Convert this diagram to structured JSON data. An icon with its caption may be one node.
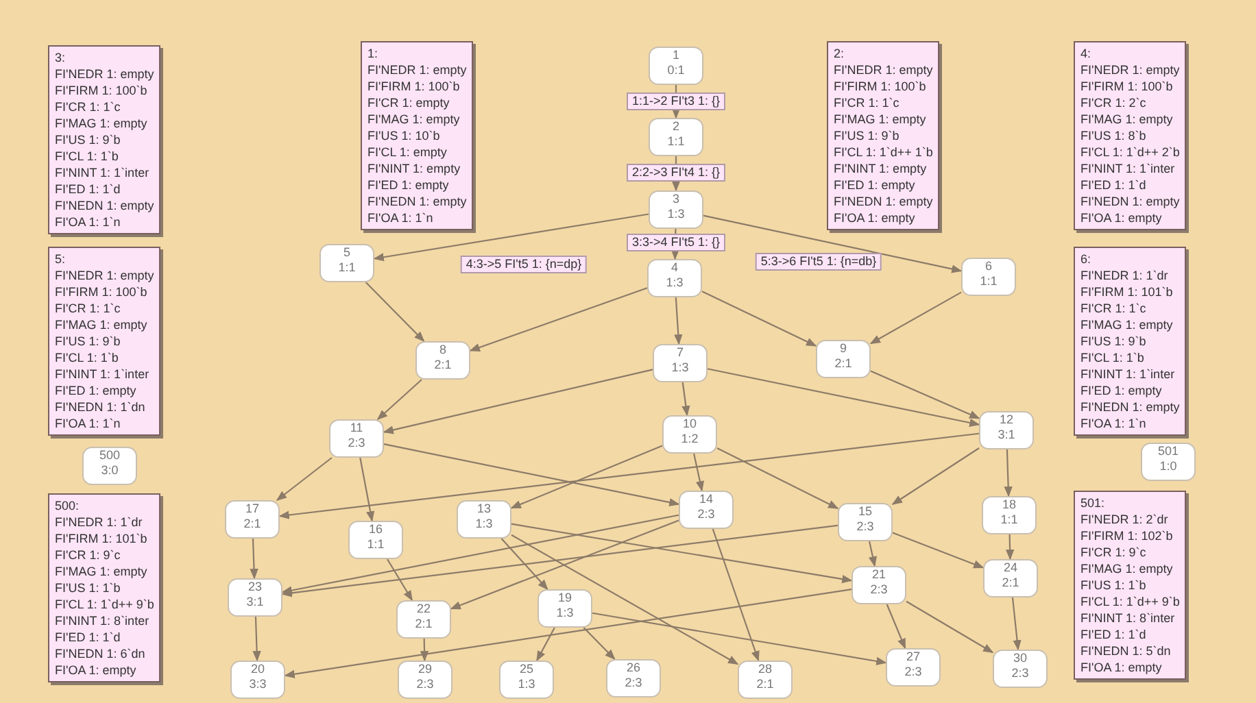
{
  "diagram": {
    "nodes": [
      {
        "text": [
          "1",
          "0:1"
        ]
      },
      {
        "text": [
          "2",
          "1:1"
        ]
      },
      {
        "text": [
          "3",
          "1:3"
        ]
      },
      {
        "text": [
          "4",
          "1:3"
        ]
      },
      {
        "text": [
          "5",
          "1:1"
        ]
      },
      {
        "text": [
          "6",
          "1:1"
        ]
      },
      {
        "text": [
          "7",
          "1:3"
        ]
      },
      {
        "text": [
          "8",
          "2:1"
        ]
      },
      {
        "text": [
          "9",
          "2:1"
        ]
      },
      {
        "text": [
          "10",
          "1:2"
        ]
      },
      {
        "text": [
          "11",
          "2:3"
        ]
      },
      {
        "text": [
          "12",
          "3:1"
        ]
      },
      {
        "text": [
          "13",
          "1:3"
        ]
      },
      {
        "text": [
          "14",
          "2:3"
        ]
      },
      {
        "text": [
          "15",
          "2:3"
        ]
      },
      {
        "text": [
          "16",
          "1:1"
        ]
      },
      {
        "text": [
          "17",
          "2:1"
        ]
      },
      {
        "text": [
          "18",
          "1:1"
        ]
      },
      {
        "text": [
          "19",
          "1:3"
        ]
      },
      {
        "text": [
          "20",
          "3:3"
        ]
      },
      {
        "text": [
          "21",
          "2:3"
        ]
      },
      {
        "text": [
          "22",
          "2:1"
        ]
      },
      {
        "text": [
          "23",
          "3:1"
        ]
      },
      {
        "text": [
          "24",
          "2:1"
        ]
      },
      {
        "text": [
          "25",
          "1:3"
        ]
      },
      {
        "text": [
          "26",
          "2:3"
        ]
      },
      {
        "text": [
          "27",
          "2:3"
        ]
      },
      {
        "text": [
          "28",
          "2:1"
        ]
      },
      {
        "text": [
          "29",
          "2:3"
        ]
      },
      {
        "text": [
          "30",
          "2:3"
        ]
      },
      {
        "text": [
          "500",
          "3:0"
        ]
      },
      {
        "text": [
          "501",
          "1:0"
        ]
      },
      {
        "text": [
          "3:",
          "FI'NEDR 1: empty",
          "FI'FIRM 1: 100`b",
          "FI'CR 1: 1`c",
          "FI'MAG 1: empty",
          "FI'US 1: 9`b",
          "FI'CL 1: 1`b",
          "FI'NINT 1: 1`inter",
          "FI'ED 1: 1`d",
          "FI'NEDN 1: empty",
          "FI'OA 1: 1`n"
        ]
      },
      {
        "text": [
          "1:",
          "FI'NEDR 1: empty",
          "FI'FIRM 1: 100`b",
          "FI'CR 1: empty",
          "FI'MAG 1: empty",
          "FI'US 1: 10`b",
          "FI'CL 1: empty",
          "FI'NINT 1: empty",
          "FI'ED 1: empty",
          "FI'NEDN 1: empty",
          "FI'OA 1: 1`n"
        ]
      },
      {
        "text": [
          "2:",
          "FI'NEDR 1: empty",
          "FI'FIRM 1: 100`b",
          "FI'CR 1: 1`c",
          "FI'MAG 1: empty",
          "FI'US 1: 9`b",
          "FI'CL 1: 1`d++ 1`b",
          "FI'NINT 1: empty",
          "FI'ED 1: empty",
          "FI'NEDN 1: empty",
          "FI'OA 1: empty"
        ]
      },
      {
        "text": [
          "4:",
          "FI'NEDR 1: empty",
          "FI'FIRM 1: 100`b",
          "FI'CR 1: 2`c",
          "FI'MAG 1: empty",
          "FI'US 1: 8`b",
          "FI'CL 1: 1`d++ 2`b",
          "FI'NINT 1: 1`inter",
          "FI'ED 1: 1`d",
          "FI'NEDN 1: empty",
          "FI'OA 1: empty"
        ]
      },
      {
        "text": [
          "5:",
          "FI'NEDR 1: empty",
          "FI'FIRM 1: 100`b",
          "FI'CR 1: 1`c",
          "FI'MAG 1: empty",
          "FI'US 1: 9`b",
          "FI'CL 1: 1`b",
          "FI'NINT 1: 1`inter",
          "FI'ED 1: empty",
          "FI'NEDN 1: 1`dn",
          "FI'OA 1: 1`n"
        ]
      },
      {
        "text": [
          "6:",
          "FI'NEDR 1: 1`dr",
          "FI'FIRM 1: 101`b",
          "FI'CR 1: 1`c",
          "FI'MAG 1: empty",
          "FI'US 1: 9`b",
          "FI'CL 1: 1`b",
          "FI'NINT 1: 1`inter",
          "FI'ED 1: empty",
          "FI'NEDN 1: empty",
          "FI'OA 1: 1`n"
        ]
      },
      {
        "text": [
          "500:",
          "FI'NEDR 1: 1`dr",
          "FI'FIRM 1: 101`b",
          "FI'CR 1: 9`c",
          "FI'MAG 1: empty",
          "FI'US 1: 1`b",
          "FI'CL 1: 1`d++ 9`b",
          "FI'NINT 1: 8`inter",
          "FI'ED 1: 1`d",
          "FI'NEDN 1: 6`dn",
          "FI'OA 1: empty"
        ]
      },
      {
        "text": [
          "501:",
          "FI'NEDR 1: 2`dr",
          "FI'FIRM 1: 102`b",
          "FI'CR 1: 9`c",
          "FI'MAG 1: empty",
          "FI'US 1: 1`b",
          "FI'CL 1: 1`d++ 9`b",
          "FI'NINT 1: 8`inter",
          "FI'ED 1: 1`d",
          "FI'NEDN 1: 5`dn",
          "FI'OA 1: empty"
        ]
      }
    ],
    "edges": [
      {
        "from": 0,
        "to": 1,
        "arrow": "to",
        "label": "1:1->2 FI't3 1: {}"
      },
      {
        "from": 1,
        "to": 2,
        "arrow": "to",
        "label": "2:2->3 FI't4 1: {}"
      },
      {
        "from": 2,
        "to": 3,
        "arrow": "to",
        "label": "3:3->4 FI't5 1: {}"
      },
      {
        "from": 2,
        "to": 4,
        "arrow": "to",
        "label": "4:3->5 FI't5 1: {n=dp}"
      },
      {
        "from": 2,
        "to": 5,
        "arrow": "to",
        "label": "5:3->6 FI't5 1: {n=db}"
      },
      {
        "from": 4,
        "to": 7,
        "arrow": "to"
      },
      {
        "from": 3,
        "to": 7,
        "arrow": "to"
      },
      {
        "from": 3,
        "to": 6,
        "arrow": "to"
      },
      {
        "from": 3,
        "to": 8,
        "arrow": "to"
      },
      {
        "from": 5,
        "to": 8,
        "arrow": "to"
      },
      {
        "from": 7,
        "to": 10,
        "arrow": "to"
      },
      {
        "from": 6,
        "to": 10,
        "arrow": "to"
      },
      {
        "from": 6,
        "to": 9,
        "arrow": "to"
      },
      {
        "from": 6,
        "to": 11,
        "arrow": "to"
      },
      {
        "from": 8,
        "to": 11,
        "arrow": "to"
      },
      {
        "from": 10,
        "to": 16,
        "arrow": "to"
      },
      {
        "from": 10,
        "to": 15,
        "arrow": "to"
      },
      {
        "from": 10,
        "to": 13,
        "arrow": "to"
      },
      {
        "from": 9,
        "to": 12,
        "arrow": "to"
      },
      {
        "from": 9,
        "to": 13,
        "arrow": "to"
      },
      {
        "from": 9,
        "to": 14,
        "arrow": "to"
      },
      {
        "from": 11,
        "to": 14,
        "arrow": "to"
      },
      {
        "from": 11,
        "to": 17,
        "arrow": "to"
      },
      {
        "from": 11,
        "to": 16,
        "arrow": "to"
      },
      {
        "from": 16,
        "to": 22,
        "arrow": "to"
      },
      {
        "from": 15,
        "to": 21,
        "arrow": "to"
      },
      {
        "from": 12,
        "to": 18,
        "arrow": "to"
      },
      {
        "from": 12,
        "to": 20,
        "arrow": "to"
      },
      {
        "from": 12,
        "to": 27,
        "arrow": "to"
      },
      {
        "from": 13,
        "to": 22,
        "arrow": "to"
      },
      {
        "from": 13,
        "to": 21,
        "arrow": "to"
      },
      {
        "from": 13,
        "to": 27,
        "arrow": "to"
      },
      {
        "from": 14,
        "to": 20,
        "arrow": "to"
      },
      {
        "from": 14,
        "to": 23,
        "arrow": "to"
      },
      {
        "from": 14,
        "to": 22,
        "arrow": "to"
      },
      {
        "from": 17,
        "to": 23,
        "arrow": "to"
      },
      {
        "from": 20,
        "to": 26,
        "arrow": "to"
      },
      {
        "from": 20,
        "to": 29,
        "arrow": "to"
      },
      {
        "from": 20,
        "to": 19,
        "arrow": "to"
      },
      {
        "from": 22,
        "to": 19,
        "arrow": "to"
      },
      {
        "from": 21,
        "to": 28,
        "arrow": "to"
      },
      {
        "from": 18,
        "to": 24,
        "arrow": "to"
      },
      {
        "from": 18,
        "to": 25,
        "arrow": "to"
      },
      {
        "from": 18,
        "to": 26,
        "arrow": "to"
      },
      {
        "from": 23,
        "to": 29,
        "arrow": "to"
      }
    ]
  }
}
